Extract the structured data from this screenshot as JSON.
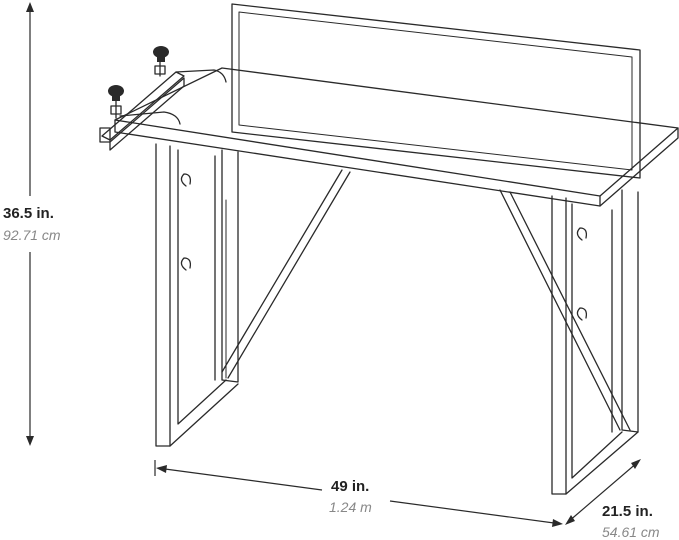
{
  "dimensions": {
    "height": {
      "imperial": "36.5 in.",
      "metric": "92.71 cm"
    },
    "width": {
      "imperial": "49 in.",
      "metric": "1.24 m"
    },
    "depth": {
      "imperial": "21.5 in.",
      "metric": "54.61 cm"
    }
  },
  "colors": {
    "line": "#2a2a2a",
    "imperial_text": "#222222",
    "metric_text": "#888888",
    "background": "#ffffff"
  }
}
